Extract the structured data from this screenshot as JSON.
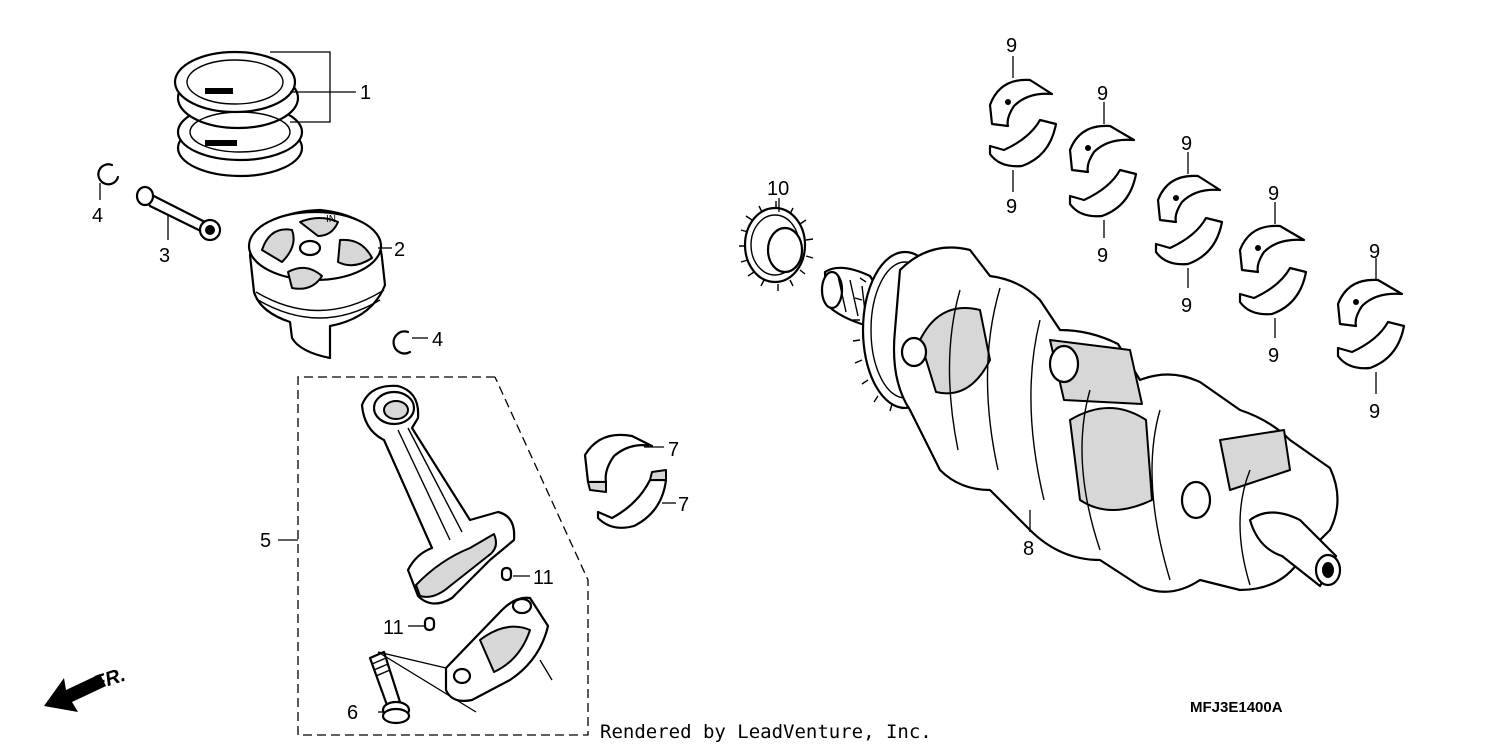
{
  "callouts": {
    "c1": "1",
    "c2": "2",
    "c3": "3",
    "c4a": "4",
    "c4b": "4",
    "c5": "5",
    "c6": "6",
    "c7a": "7",
    "c7b": "7",
    "c8": "8",
    "c9a": "9",
    "c9b": "9",
    "c9c": "9",
    "c9d": "9",
    "c9e": "9",
    "c9f": "9",
    "c9g": "9",
    "c9h": "9",
    "c9i": "9",
    "c9j": "9",
    "c10": "10",
    "c11a": "11",
    "c11b": "11"
  },
  "direction_label": "FR.",
  "diagram_code": "MFJ3E1400A",
  "credit": "Rendered by LeadVenture, Inc.",
  "colors": {
    "ink": "#000000",
    "paper": "#ffffff",
    "shade": "#d7d7d7"
  }
}
